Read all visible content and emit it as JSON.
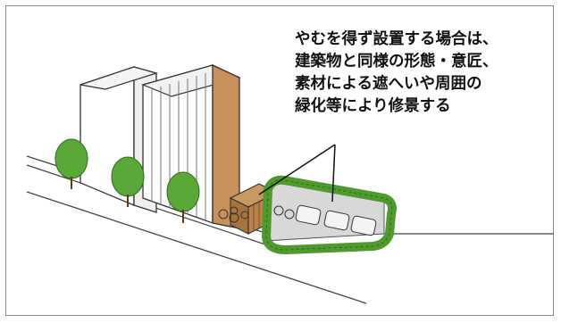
{
  "annotation": {
    "lines": [
      "やむを得ず設置する場合は、",
      "建築物と同様の形態・意匠、",
      "素材による遮へいや周囲の",
      "緑化等により修景する"
    ]
  },
  "colors": {
    "frame": "#8a8a8a",
    "building_white": "#ffffff",
    "building_side_brown": "#c8905a",
    "tree_green": "#5aa838",
    "hedge_green": "#6fbf3f",
    "shed_brown": "#a8743c",
    "pavement_grey": "#d8d8d8",
    "stroke": "#333333"
  }
}
